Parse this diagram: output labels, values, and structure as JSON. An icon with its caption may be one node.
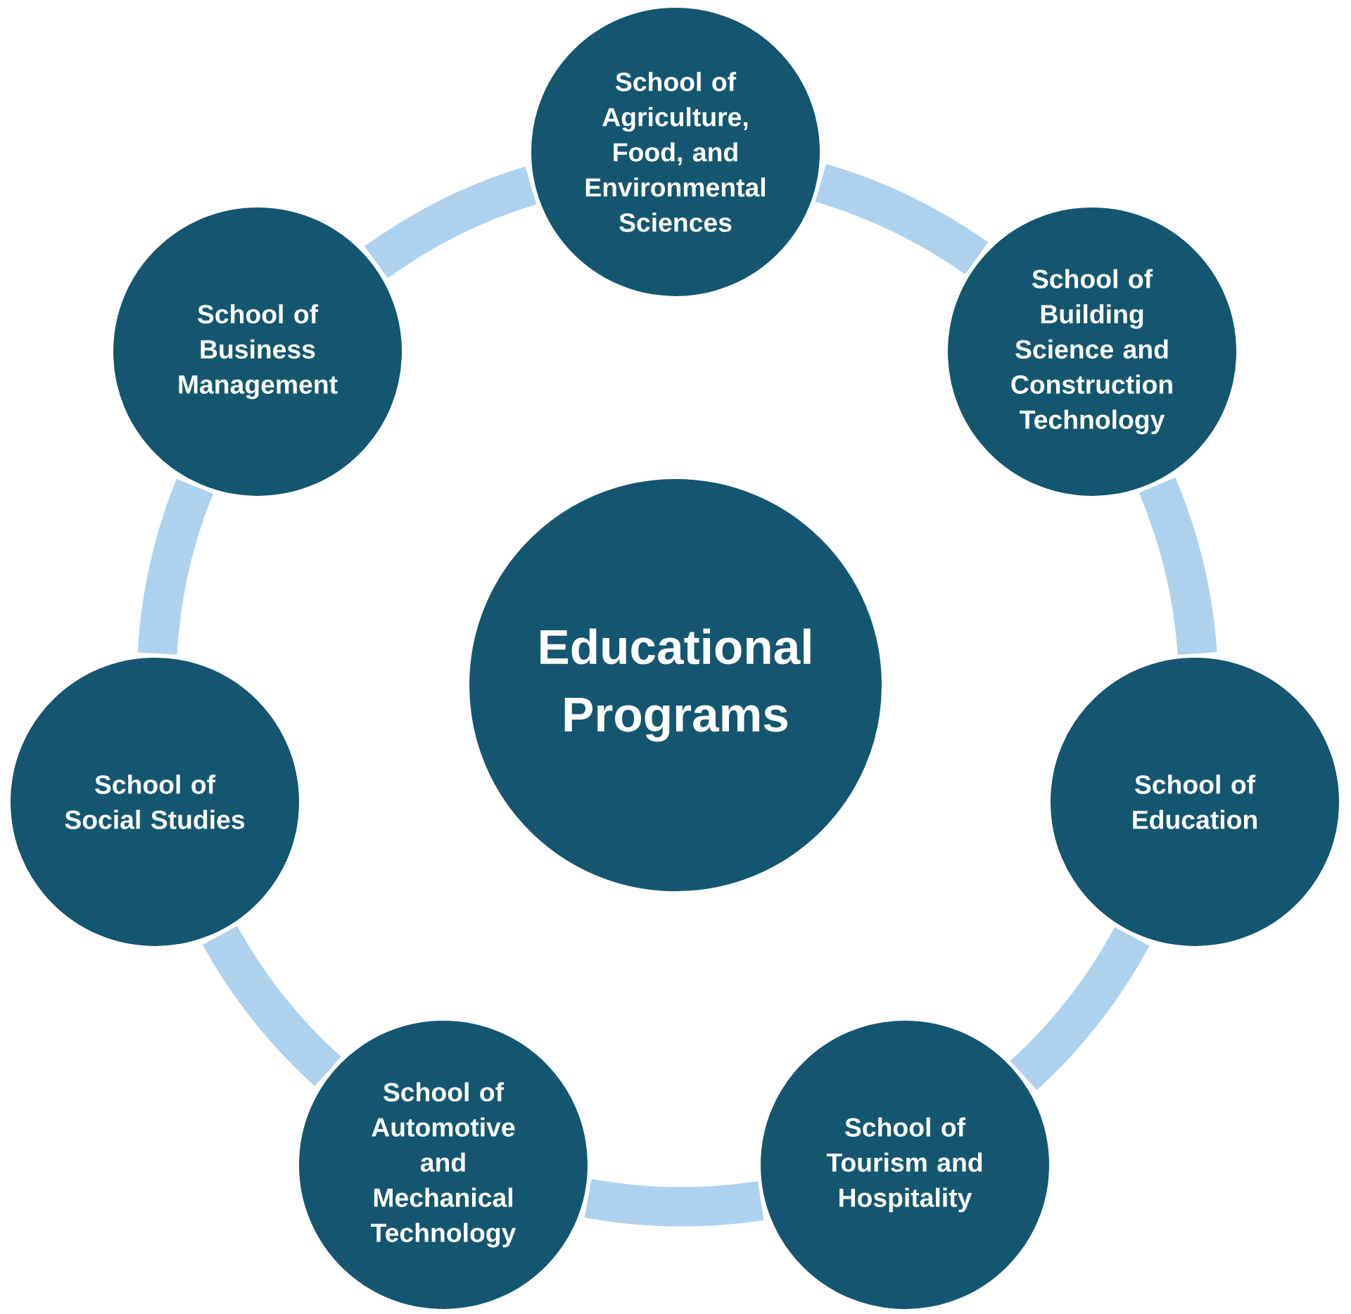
{
  "diagram": {
    "nodes": [
      {
        "text": [
          "Educational Programs"
        ]
      },
      {
        "text": [
          "School of Agriculture, Food, and Environmental Sciences"
        ]
      },
      {
        "text": [
          "School of Building Science and Construction Technology"
        ]
      },
      {
        "text": [
          "School of Education"
        ]
      },
      {
        "text": [
          "School of Tourism and Hospitality"
        ]
      },
      {
        "text": [
          "School of Automotive and Mechanical Technology"
        ]
      },
      {
        "text": [
          "School of Social Studies"
        ]
      },
      {
        "text": [
          "School of Business Management"
        ]
      }
    ],
    "edges": [
      {
        "from": 1,
        "to": 2,
        "arrow": "none"
      },
      {
        "from": 2,
        "to": 3,
        "arrow": "none"
      },
      {
        "from": 3,
        "to": 4,
        "arrow": "none"
      },
      {
        "from": 4,
        "to": 5,
        "arrow": "none"
      },
      {
        "from": 5,
        "to": 6,
        "arrow": "none"
      },
      {
        "from": 6,
        "to": 7,
        "arrow": "none"
      },
      {
        "from": 7,
        "to": 1,
        "arrow": "none"
      }
    ]
  }
}
